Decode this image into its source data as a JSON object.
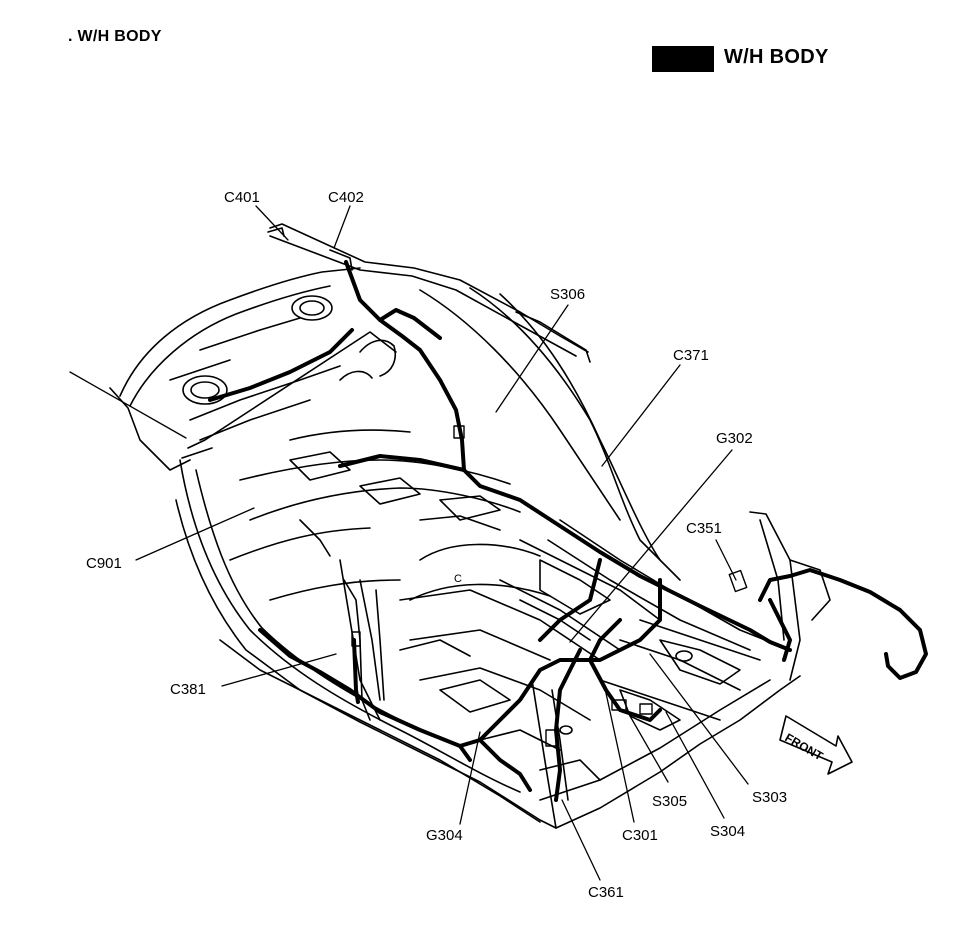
{
  "header": {
    "title": ". W/H BODY",
    "legend_label": "W/H BODY"
  },
  "labels": {
    "c401": "C401",
    "c402": "C402",
    "s306": "S306",
    "c371": "C371",
    "g302": "G302",
    "c351": "C351",
    "c901": "C901",
    "c381": "C381",
    "g304": "G304",
    "c301": "C301",
    "s305": "S305",
    "s304": "S304",
    "s303": "S303",
    "c361": "C361",
    "front": "FRONT",
    "panel_mark": "C"
  },
  "colors": {
    "line": "#000000",
    "background": "#ffffff"
  }
}
